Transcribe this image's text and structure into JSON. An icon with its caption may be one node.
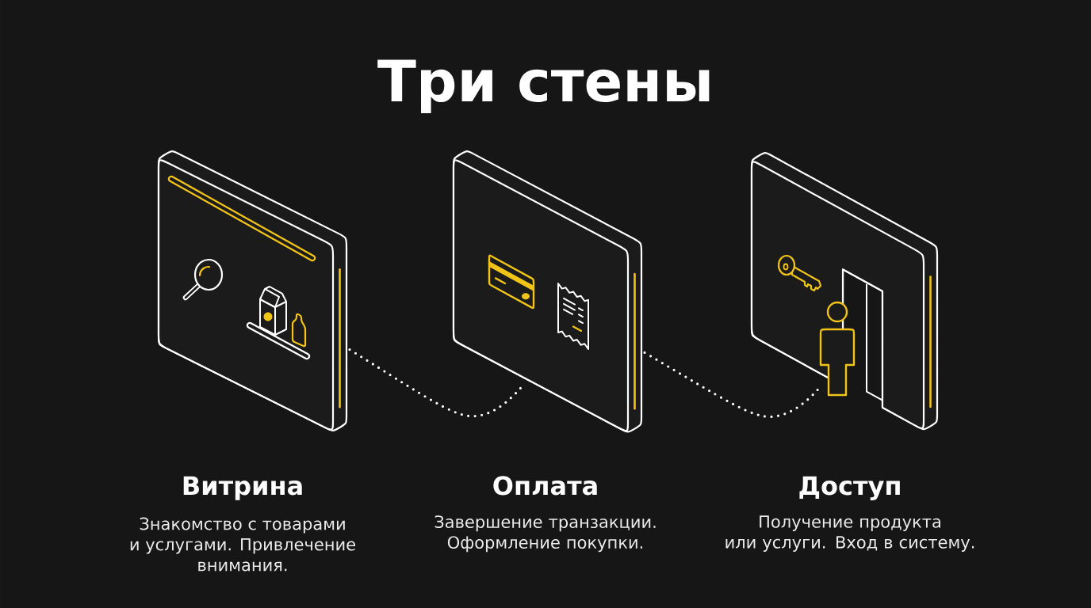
{
  "diagram": {
    "title": "Три стены",
    "nodes": [
      {
        "text": [
          "Витрина",
          "Знакомство с товарами и услугами. Привлечение внимания."
        ]
      },
      {
        "text": [
          "Оплата",
          "Завершение транзакции. Оформление покупки."
        ]
      },
      {
        "text": [
          "Доступ",
          "Получение продукта или услуги. Вход в систему."
        ]
      }
    ],
    "edges": [
      {
        "from": 0,
        "to": 1,
        "arrow": "none",
        "style": "dashed"
      },
      {
        "from": 1,
        "to": 2,
        "arrow": "none",
        "style": "dashed"
      }
    ]
  }
}
